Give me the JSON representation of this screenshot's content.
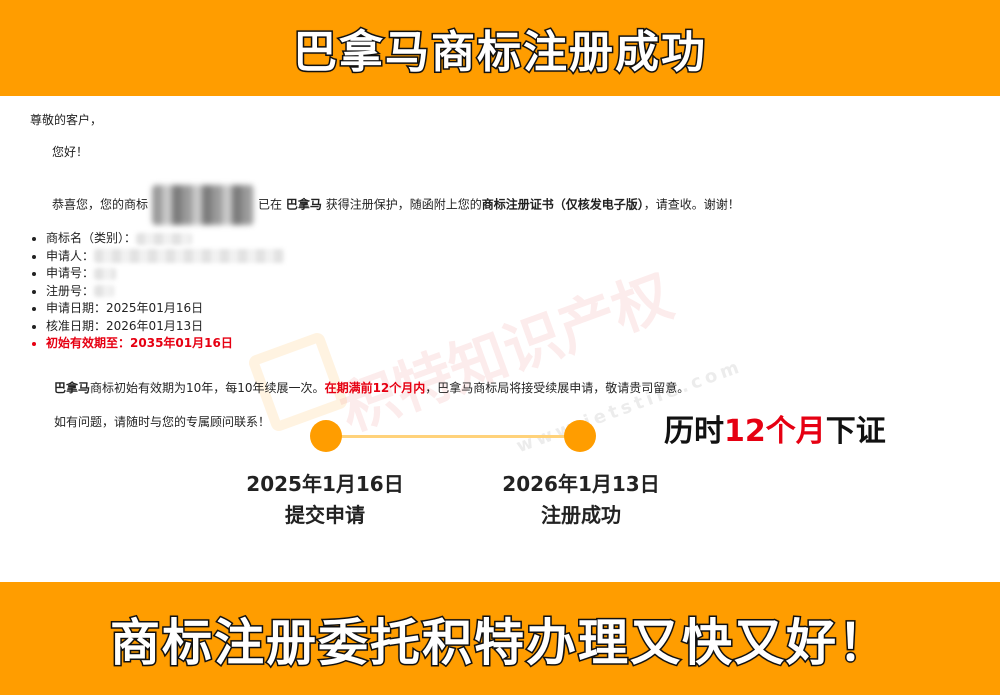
{
  "header": {
    "title": "巴拿马商标注册成功"
  },
  "letter": {
    "salutation": "尊敬的客户，",
    "greeting": "您好！",
    "congrats_pre": "恭喜您，您的商标",
    "congrats_mid": "已在",
    "country": "巴拿马",
    "congrats_post": "获得注册保护，随函附上您的",
    "certificate": "商标注册证书（仅核发电子版）",
    "congrats_end": "，请查收。谢谢！",
    "fields": [
      {
        "label": "商标名（类别）：",
        "value": ""
      },
      {
        "label": "申请人：",
        "value": ""
      },
      {
        "label": "申请号：",
        "value": ""
      },
      {
        "label": "注册号：",
        "value": ""
      },
      {
        "label": "申请日期：",
        "value": "2025年01月16日"
      },
      {
        "label": "核准日期：",
        "value": "2026年01月13日"
      },
      {
        "label": "初始有效期至：",
        "value": "2035年01月16日"
      }
    ],
    "renewal_country": "巴拿马",
    "renewal_text": "商标初始有效期为10年，每10年续展一次。",
    "renewal_highlight": "在期满前12个月内",
    "renewal_end": "，巴拿马商标局将接受续展申请，敬请贵司留意。",
    "contact": "如有问题，请随时与您的专属顾问联系！"
  },
  "watermark": {
    "brand": "积特知识产权",
    "url": "www.jetstile.com"
  },
  "timeline": [
    {
      "date": "2025年1月16日",
      "label": "提交申请"
    },
    {
      "date": "2026年1月13日",
      "label": "注册成功"
    }
  ],
  "duration": {
    "pre": "历时",
    "highlight": "12个月",
    "post": "下证"
  },
  "footer": {
    "slogan": "商标注册委托积特办理又快又好！"
  },
  "colors": {
    "accent": "#ff9d00",
    "highlight": "#e60012"
  }
}
